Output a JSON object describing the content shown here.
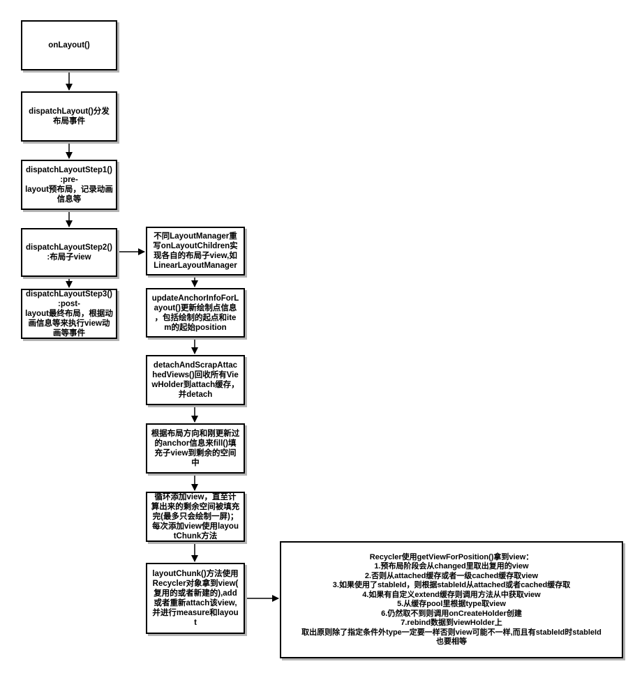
{
  "diagram": {
    "nodes": {
      "onlayout": "onLayout()",
      "dispatch": "dispatchLayout()分发\n布局事件",
      "step1": "dispatchLayoutStep1()\n:pre-\nlayout预布局，记录动画\n信息等",
      "step2": "dispatchLayoutStep2()\n:布局子view",
      "step3": "dispatchLayoutStep3()\n:post-\nlayout最终布局，根据动\n画信息等来执行view动\n画等事件",
      "layoutmanager": "不同LayoutManager重\n写onLayoutChildren实\n现各自的布局子view,如\nLinearLayoutManager",
      "anchor": "updateAnchorInfoForL\nayout()更新绘制点信息\n，包括绘制的起点和ite\nm的起始position",
      "detach": "detachAndScrapAttac\nhedViews()回收所有Vie\nwHolder到attach缓存，\n并detach",
      "fill": "根据布局方向和刚更新过\n的anchor信息来fill()填\n充子view到剩余的空间\n中",
      "loop": "循环添加view，直至计\n算出来的剩余空间被填充\n完(最多只会绘制一屏)；\n每次添加view使用layou\ntChunk方法",
      "chunk": "layoutChunk()方法使用\nRecycler对象拿到view(\n复用的或者新建的),add\n或者重新attach该view,\n并进行measure和layou\nt",
      "recycler": "Recycler使用getViewForPosition()拿到view：\n1.预布局阶段会从changed里取出复用的view\n2.否则从attached缓存或者一级cached缓存取view\n3.如果使用了stableId，则根据stableId从attached或者cached缓存取\n4.如果有自定义extend缓存则调用方法从中获取view\n5.从缓存pool里根据type取view\n6.仍然取不到则调用onCreateHolder创建\n7.rebind数据到viewHolder上\n取出原则除了指定条件外type一定要一样否则view可能不一样,而且有stableId时stableId\n也要相等"
    }
  }
}
